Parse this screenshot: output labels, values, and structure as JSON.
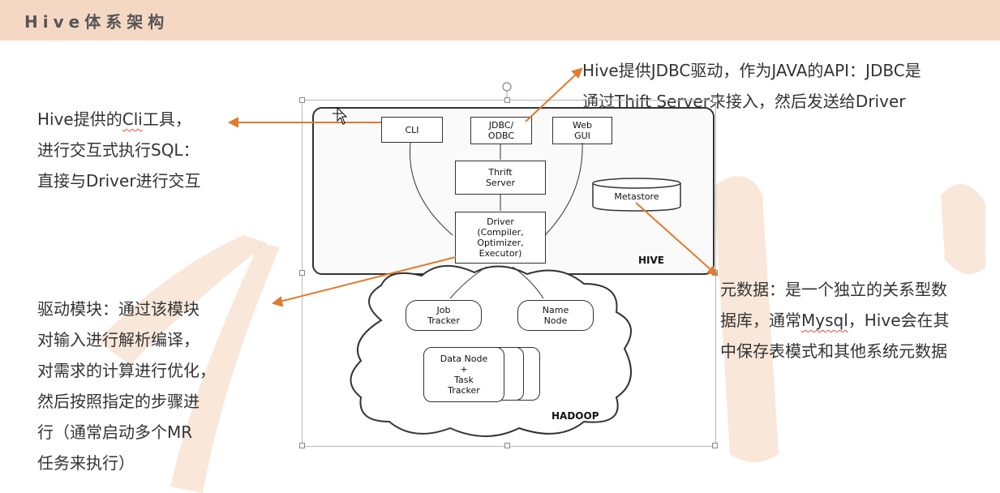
{
  "slide": {
    "title": "Hive体系架构"
  },
  "notes": {
    "cli": {
      "lines": [
        "Hive提供的Cli工具，",
        "进行交互式执行SQL：",
        "直接与Driver进行交互"
      ],
      "squiggle_word": "Cli"
    },
    "jdbc": {
      "line1": "Hive提供JDBC驱动，作为JAVA的API：JDBC是",
      "line2_pre": "通过",
      "line2_squiggle": "Thift",
      "line2_post": " Server来接入，然后发送给Driver"
    },
    "driver": {
      "lines": [
        "驱动模块：通过该模块",
        "对输入进行解析编译，",
        "对需求的计算进行优化，",
        "然后按照指定的步骤进",
        "行（通常启动多个MR",
        "任务来执行）"
      ]
    },
    "metastore": {
      "line1": "元数据：是一个独立的关系型数",
      "line2_pre": "据库，通常",
      "line2_squiggle": "Mysql",
      "line2_post": "，Hive会在其",
      "line3": "中保存表模式和其他系统元数据"
    }
  },
  "diagram": {
    "cli": "CLI",
    "jdbc": "JDBC/\nODBC",
    "webgui": "Web\nGUI",
    "thrift": "Thrift\nServer",
    "driver": "Driver\n(Compiler,\nOptimizer,\nExecutor)",
    "metastore": "Metastore",
    "hive_label": "HIVE",
    "jobtracker": "Job\nTracker",
    "namenode": "Name\nNode",
    "datanode": "Data Node\n+\nTask\nTracker",
    "hadoop_label": "HADOOP"
  },
  "colors": {
    "title_bar": "#f5d8c4",
    "arrow": "#e07a2e",
    "watermark": "#f6d9c4"
  }
}
